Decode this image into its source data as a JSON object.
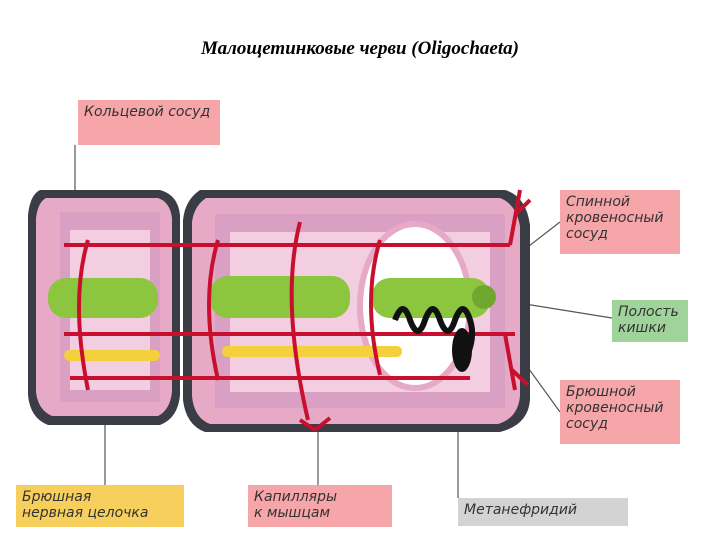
{
  "title": "Малощетинковые черви (Oligochaeta)",
  "labels": {
    "ring_vessel": "Кольцевой сосуд",
    "dorsal_vessel": "Спинной\nкровеносный\nсосуд",
    "gut_cavity": "Полость\nкишки",
    "ventral_vessel": "Брюшной\nкровеносный\nсосуд",
    "nerve_cord": "Брюшная\nнервная целочка",
    "capillaries": "Капилляры\nк мышцам",
    "metanephridium": "Метанефридий"
  },
  "colors": {
    "body_wall": "#3a3d45",
    "body_pink": "#e6a9c6",
    "vessel_red": "#c8102e",
    "gut_green": "#8cc63f",
    "nerve_yellow": "#f4d03f"
  }
}
